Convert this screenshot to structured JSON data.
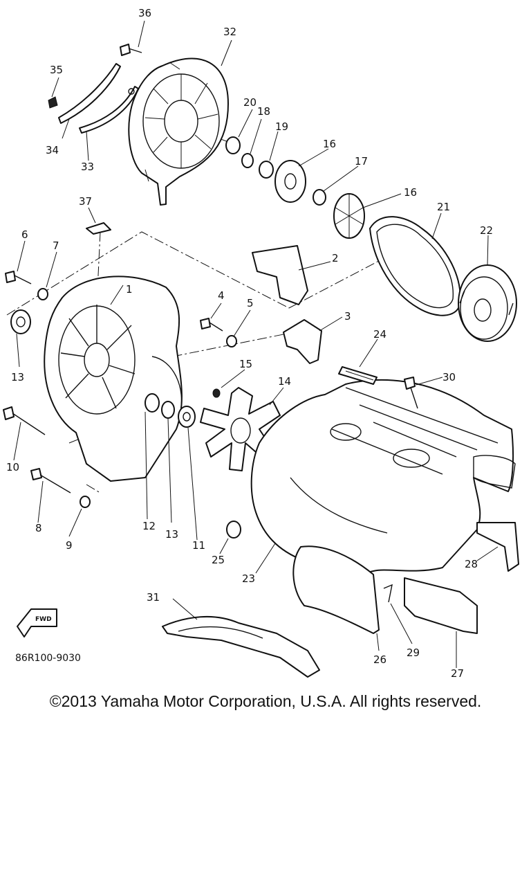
{
  "diagram": {
    "document_number": "86R100-9030",
    "fwd_label": "FWD",
    "callouts": [
      "1",
      "2",
      "3",
      "4",
      "5",
      "6",
      "7",
      "8",
      "9",
      "10",
      "11",
      "12",
      "13",
      "13",
      "14",
      "15",
      "16",
      "16",
      "17",
      "18",
      "19",
      "20",
      "21",
      "22",
      "23",
      "24",
      "25",
      "26",
      "27",
      "28",
      "29",
      "30",
      "31",
      "32",
      "33",
      "34",
      "35",
      "36",
      "37"
    ]
  },
  "footer": {
    "copyright": "©2013 Yamaha Motor Corporation, U.S.A. All rights reserved."
  }
}
